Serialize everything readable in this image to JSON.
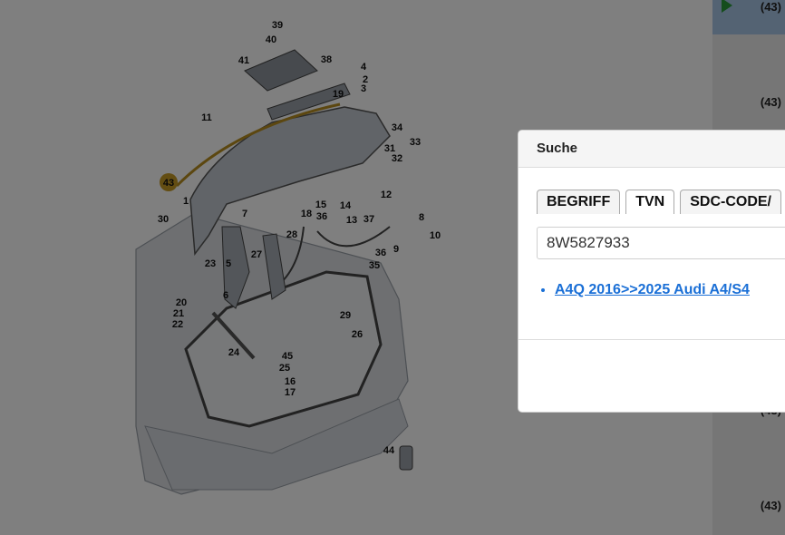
{
  "diagram": {
    "callouts": [
      {
        "num": "39"
      },
      {
        "num": "40"
      },
      {
        "num": "41"
      },
      {
        "num": "38"
      },
      {
        "num": "4"
      },
      {
        "num": "2"
      },
      {
        "num": "3"
      },
      {
        "num": "19"
      },
      {
        "num": "11"
      },
      {
        "num": "34"
      },
      {
        "num": "33"
      },
      {
        "num": "31"
      },
      {
        "num": "32"
      },
      {
        "num": "43",
        "highlight": true
      },
      {
        "num": "1"
      },
      {
        "num": "12"
      },
      {
        "num": "15"
      },
      {
        "num": "14"
      },
      {
        "num": "18"
      },
      {
        "num": "36"
      },
      {
        "num": "13"
      },
      {
        "num": "37"
      },
      {
        "num": "8"
      },
      {
        "num": "30"
      },
      {
        "num": "7"
      },
      {
        "num": "28"
      },
      {
        "num": "10"
      },
      {
        "num": "9"
      },
      {
        "num": "36"
      },
      {
        "num": "35"
      },
      {
        "num": "27"
      },
      {
        "num": "23"
      },
      {
        "num": "5"
      },
      {
        "num": "6"
      },
      {
        "num": "20"
      },
      {
        "num": "21"
      },
      {
        "num": "22"
      },
      {
        "num": "29"
      },
      {
        "num": "26"
      },
      {
        "num": "24"
      },
      {
        "num": "45"
      },
      {
        "num": "25"
      },
      {
        "num": "16"
      },
      {
        "num": "17"
      },
      {
        "num": "44"
      }
    ]
  },
  "parts_list": {
    "rows": [
      {
        "label": "(43)"
      },
      {
        "label": "(43)"
      },
      {
        "label": "(43)"
      },
      {
        "label": "(43)"
      }
    ]
  },
  "dialog": {
    "title": "Suche",
    "tabs": [
      {
        "label": "BEGRIFF"
      },
      {
        "label": "TVN"
      },
      {
        "label": "SDC-CODE/"
      }
    ],
    "search_value": "8W5827933",
    "results": [
      {
        "label": "A4Q 2016>>2025 Audi A4/S4"
      }
    ]
  },
  "colors": {
    "overlay": "#000000",
    "link": "#1a6fd6",
    "highlight_row": "#a9c6e6",
    "play": "#2b9b3a",
    "callout_highlight": "#c79a25"
  }
}
